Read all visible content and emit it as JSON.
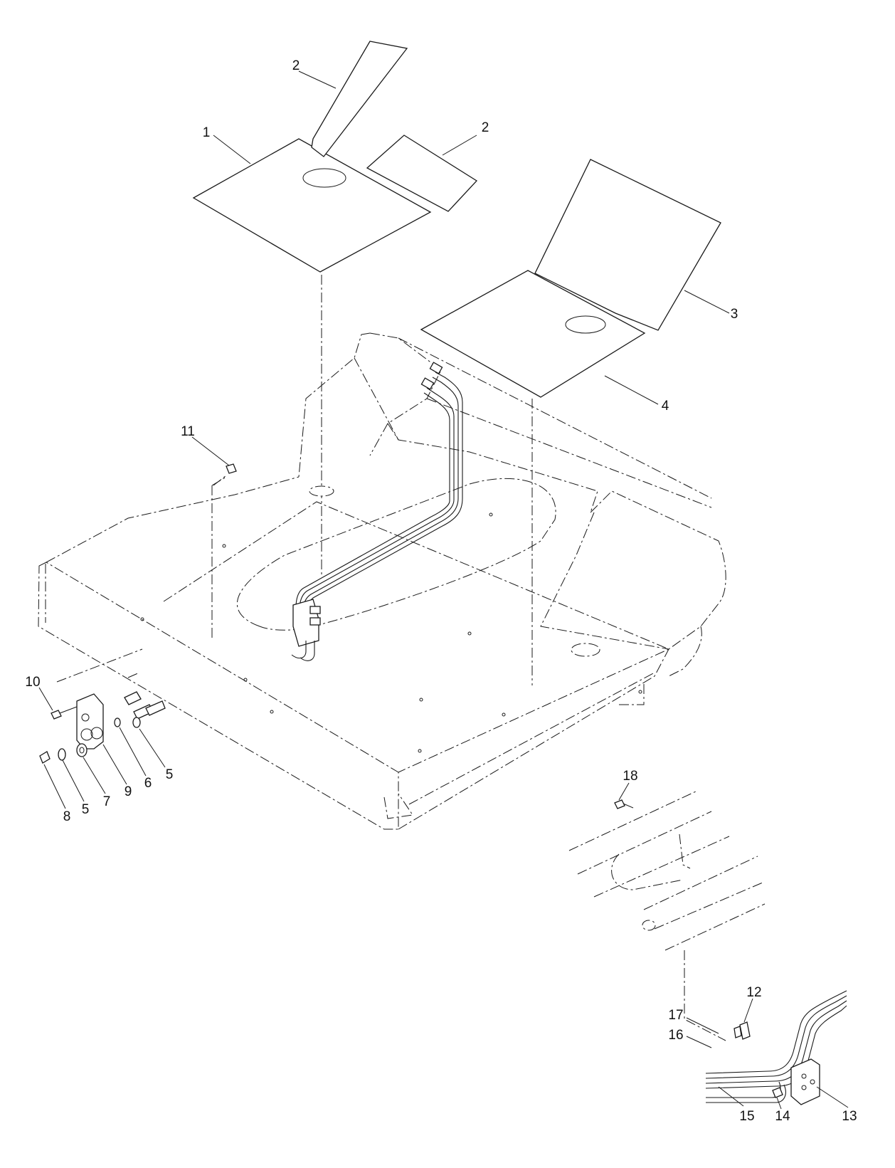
{
  "diagram": {
    "callouts": {
      "c1": "1",
      "c2a": "2",
      "c2b": "2",
      "c3": "3",
      "c4": "4",
      "c5a": "5",
      "c5b": "5",
      "c6": "6",
      "c7": "7",
      "c8": "8",
      "c9": "9",
      "c10": "10",
      "c11": "11",
      "c12": "12",
      "c13": "13",
      "c14": "14",
      "c15": "15",
      "c16": "16",
      "c17": "17",
      "c18": "18"
    },
    "colors": {
      "line": "#1a1a1a",
      "background": "#ffffff"
    }
  }
}
